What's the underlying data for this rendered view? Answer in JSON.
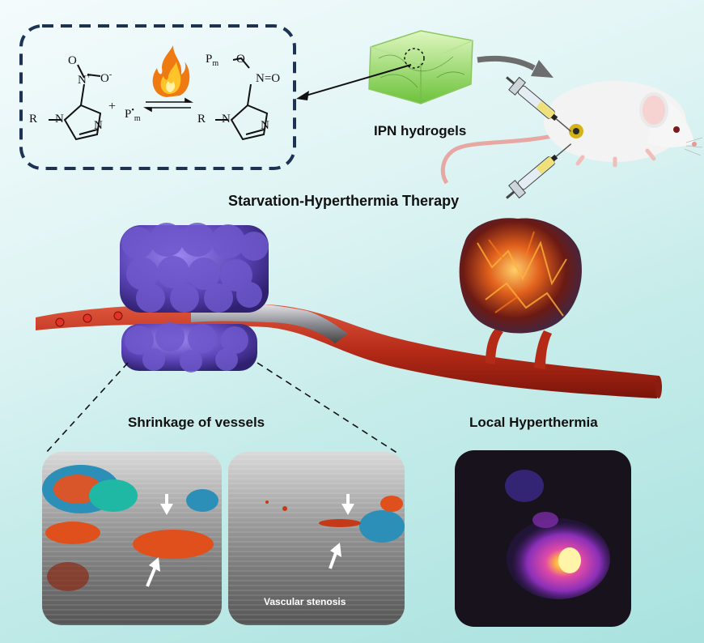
{
  "labels": {
    "hydrogel": "IPN hydrogels",
    "therapy": "Starvation-Hyperthermia Therapy",
    "shrinkage": "Shrinkage of vessels",
    "hyperthermia": "Local Hyperthermia",
    "stenosis": "Vascular stenosis"
  },
  "chemistry": {
    "nitro_n": "N",
    "nitro_o": "O",
    "ring_n1": "N",
    "ring_n2": "N",
    "r_left": "R",
    "plus": "+",
    "radical": "P",
    "p_m": "P",
    "o_link": "O",
    "nitroso": "N=O",
    "ring_n3": "N",
    "ring_n4": "N",
    "r_right": "R"
  },
  "colors": {
    "dash_box": "#1c3355",
    "vessel": "#b52a17",
    "tumor_purple": "#5b45b8",
    "panel_dark": "#17121c"
  },
  "icons": [
    "flame-icon",
    "mouse-icon",
    "syringe-icon",
    "arrow-icon"
  ]
}
